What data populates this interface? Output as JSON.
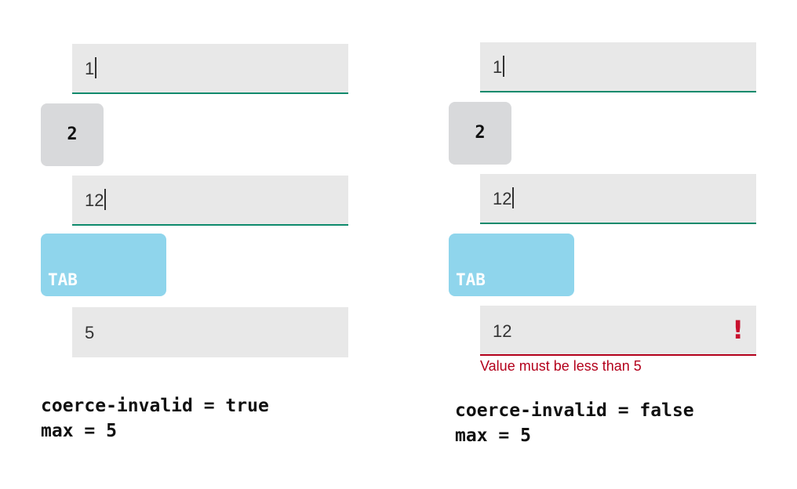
{
  "left": {
    "steps": [
      {
        "kind": "field",
        "value": "1",
        "caret": true
      },
      {
        "kind": "key",
        "label": "2"
      },
      {
        "kind": "field",
        "value": "12",
        "caret": true
      },
      {
        "kind": "key",
        "label": "TAB"
      },
      {
        "kind": "field",
        "value": "5",
        "caret": false
      }
    ],
    "config": {
      "line1": "coerce-invalid = true",
      "line2": "max = 5"
    }
  },
  "right": {
    "steps": [
      {
        "kind": "field",
        "value": "1",
        "caret": true
      },
      {
        "kind": "key",
        "label": "2"
      },
      {
        "kind": "field",
        "value": "12",
        "caret": true
      },
      {
        "kind": "key",
        "label": "TAB"
      },
      {
        "kind": "field",
        "value": "12",
        "caret": false,
        "error_icon": "exclamation-icon",
        "error_glyph": "!",
        "error_message": "Value must be less than 5"
      }
    ],
    "config": {
      "line1": "coerce-invalid = false",
      "line2": "max = 5"
    }
  },
  "colors": {
    "field_bg": "#e8e8e8",
    "focus_underline": "#0e8a6c",
    "error": "#c8102e",
    "key_bg": "#d8d9db",
    "tab_key_bg": "#8fd5ec"
  }
}
